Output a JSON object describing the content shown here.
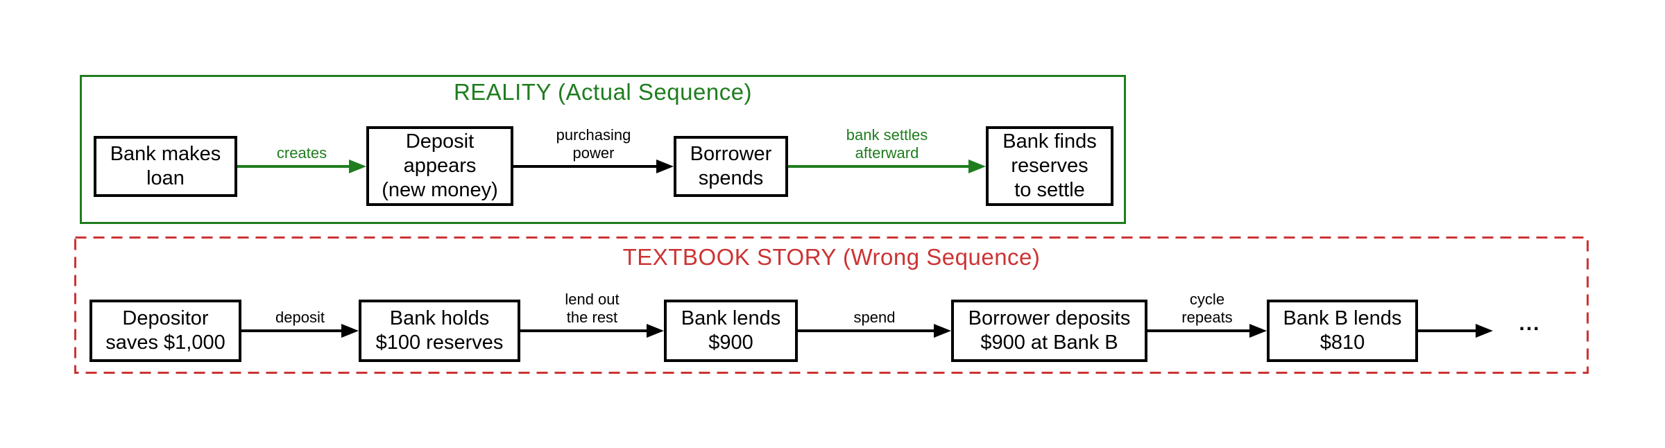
{
  "colors": {
    "green": "#1f7d1f",
    "red": "#cc3333",
    "black": "#000000"
  },
  "reality": {
    "title": "REALITY (Actual Sequence)",
    "nodes": [
      {
        "label": "Bank makes\nloan"
      },
      {
        "label": "Deposit\nappears\n(new money)"
      },
      {
        "label": "Borrower\nspends"
      },
      {
        "label": "Bank finds\nreserves\nto settle"
      }
    ],
    "edges": [
      {
        "label": "creates",
        "color": "green"
      },
      {
        "label": "purchasing\npower",
        "color": "black"
      },
      {
        "label": "bank settles\nafterward",
        "color": "green"
      }
    ]
  },
  "textbook": {
    "title": "TEXTBOOK STORY (Wrong Sequence)",
    "nodes": [
      {
        "label": "Depositor\nsaves $1,000"
      },
      {
        "label": "Bank holds\n$100 reserves"
      },
      {
        "label": "Bank lends\n$900"
      },
      {
        "label": "Borrower deposits\n$900 at Bank B"
      },
      {
        "label": "Bank B lends\n$810"
      }
    ],
    "edges": [
      {
        "label": "deposit",
        "color": "black"
      },
      {
        "label": "lend out\nthe rest",
        "color": "black"
      },
      {
        "label": "spend",
        "color": "black"
      },
      {
        "label": "cycle\nrepeats",
        "color": "black"
      },
      {
        "label": "",
        "color": "black"
      }
    ],
    "ellipsis": "..."
  }
}
